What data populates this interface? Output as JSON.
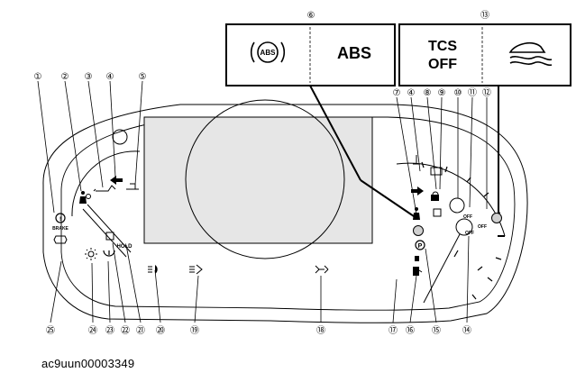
{
  "caption": "ac9uun00003349",
  "callouts": {
    "top_abs": "⑥",
    "top_tcs": "⑬",
    "top_row": [
      "①",
      "②",
      "③",
      "④",
      "⑤",
      "⑦",
      "④",
      "⑧",
      "⑨",
      "⑩",
      "⑪",
      "⑫"
    ],
    "bottom_row": [
      "㉕",
      "㉔",
      "㉓",
      "㉒",
      "㉑",
      "⑳",
      "⑲",
      "⑱",
      "⑰",
      "⑯",
      "⑮",
      "⑭"
    ]
  },
  "panels": {
    "abs": {
      "icon_text": "ABS",
      "text": "ABS"
    },
    "tcs": {
      "line1": "TCS",
      "line2": "OFF"
    }
  },
  "indicator_text": {
    "brake": "BRAKE",
    "hold": "HOLD",
    "off_a": "OFF",
    "off_b": "OFF",
    "off_c": "OFF",
    "parking": "P"
  },
  "icons": [
    "abs-circle-icon",
    "skid-car-icon",
    "brake-warning-icon",
    "airbag-icon",
    "oil-pressure-icon",
    "turn-left-arrow-icon",
    "coolant-temp-icon",
    "turn-right-arrow-icon",
    "battery-icon",
    "seatbelt-icon",
    "door-open-icon",
    "security-icon",
    "tcs-off-icon",
    "headlight-icon",
    "high-beam-icon",
    "fog-light-icon",
    "fuel-icon",
    "check-engine-icon",
    "tpms-icon",
    "sun-icon",
    "parking-brake-icon"
  ]
}
